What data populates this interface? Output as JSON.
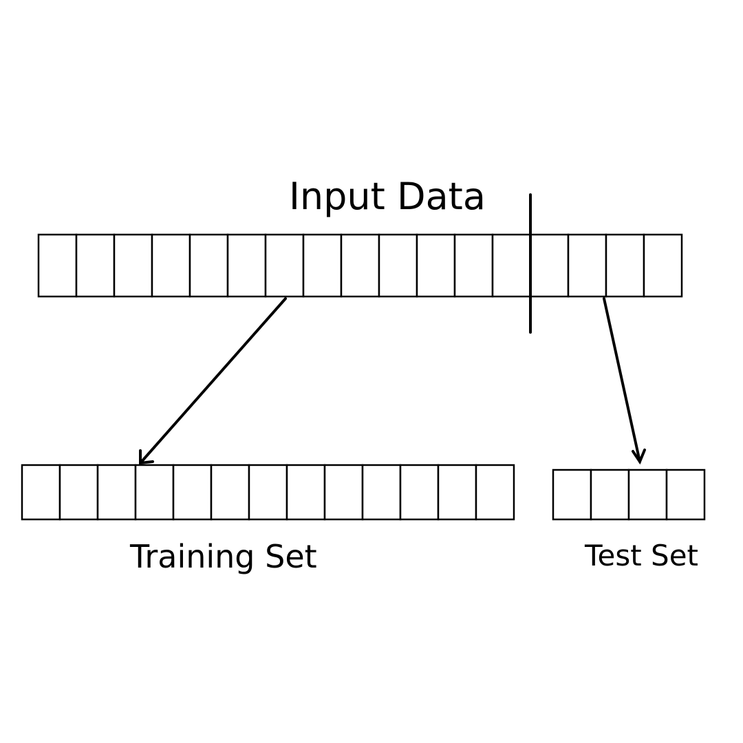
{
  "labels": {
    "input": "Input Data",
    "training": "Training Set",
    "test": "Test Set"
  },
  "arrays": {
    "input_cell_count": 17,
    "training_cell_count": 13,
    "test_cell_count": 4,
    "split_after_cell": 13
  },
  "colors": {
    "stroke": "#000000",
    "background": "#ffffff"
  }
}
